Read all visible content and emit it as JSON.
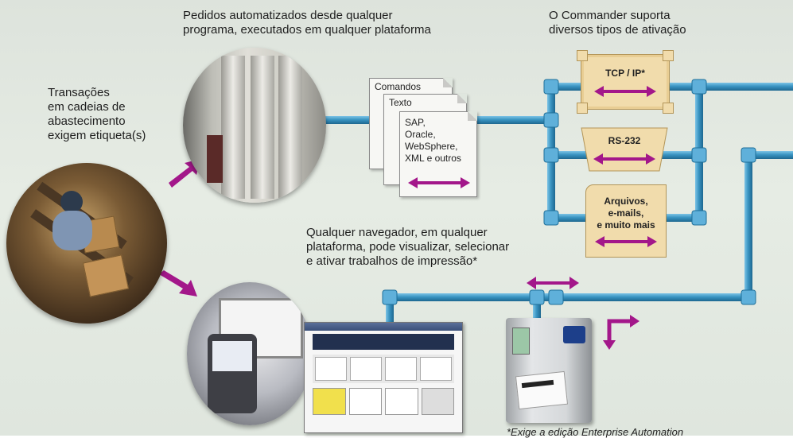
{
  "caption_top_center": [
    "Pedidos automatizados desde qualquer",
    "programa, executados em qualquer plataforma"
  ],
  "caption_top_right": [
    "O Commander suporta",
    "diversos tipos de ativação"
  ],
  "caption_left": [
    "Transações",
    "em cadeias de",
    "abastecimento",
    "exigem etiqueta(s)"
  ],
  "caption_middle": [
    "Qualquer navegador, em qualquer",
    "plataforma, pode visualizar, selecionar",
    "e ativar trabalhos de impressão*"
  ],
  "documents": {
    "back": "Comandos",
    "middle": "Texto",
    "front": [
      "SAP,",
      "Oracle,",
      "WebSphere,",
      "XML e outros"
    ]
  },
  "methods": [
    {
      "label": "TCP / IP*"
    },
    {
      "label": "RS-232"
    },
    {
      "label": [
        "Arquivos,",
        "e-mails,",
        "e muito mais"
      ]
    }
  ],
  "footnote": "*Exige a edição Enterprise Automation",
  "colors": {
    "pipe": "#3a95c2",
    "pipe_dark": "#1f6f99",
    "arrow": "#a3178a",
    "box_fill": "#f1dcac",
    "box_border": "#b39558"
  }
}
